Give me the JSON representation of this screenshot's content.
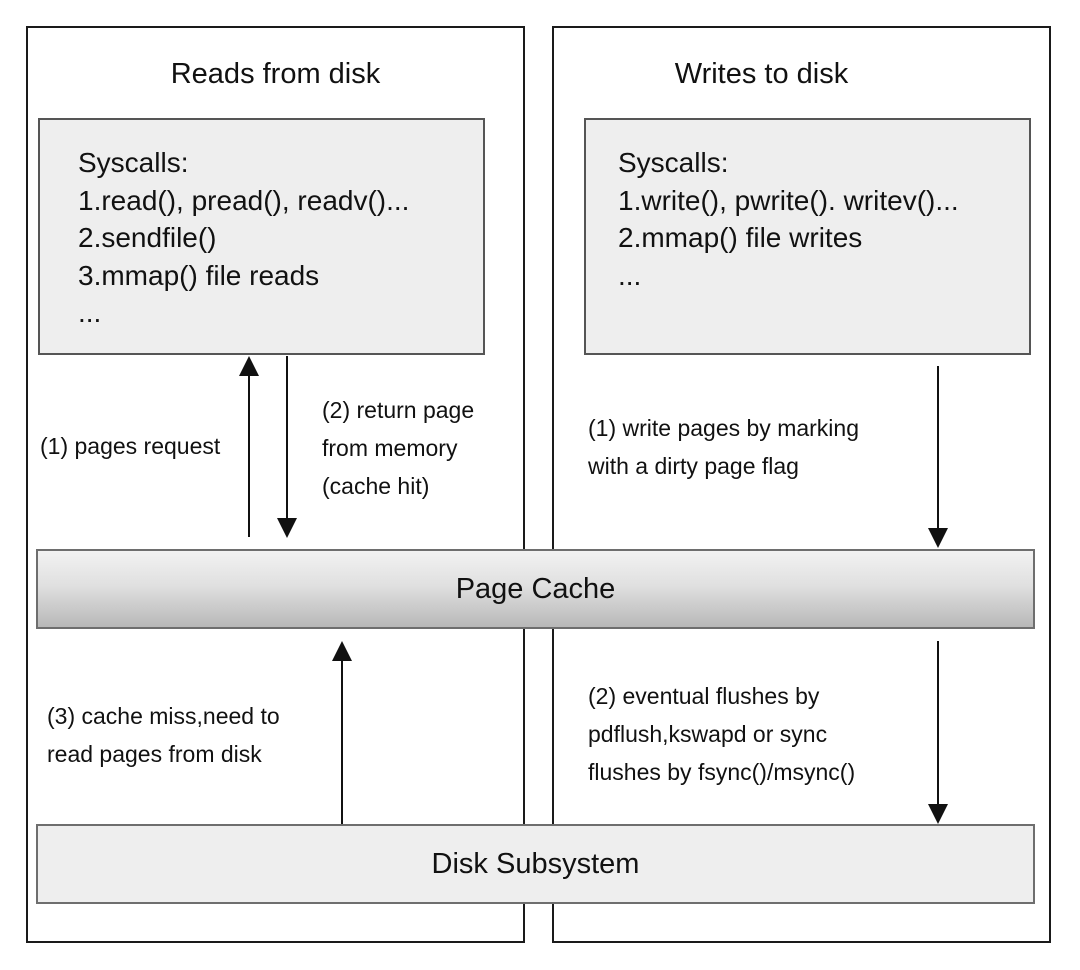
{
  "reads": {
    "title": "Reads from disk",
    "syscalls": [
      "Syscalls:",
      "1.read(), pread(), readv()...",
      "2.sendfile()",
      "3.mmap() file reads",
      "..."
    ],
    "pages_request": "(1) pages request",
    "return_page": [
      "(2) return page",
      "from memory",
      "(cache hit)"
    ],
    "cache_miss": [
      "(3) cache miss,need to",
      "read pages from disk"
    ]
  },
  "writes": {
    "title": "Writes to disk",
    "syscalls": [
      "Syscalls:",
      "1.write(), pwrite(). writev()...",
      "2.mmap() file writes",
      "..."
    ],
    "write_pages": [
      "(1) write pages by marking",
      "with a dirty page flag"
    ],
    "flushes": [
      "(2) eventual flushes by",
      "pdflush,kswapd or sync",
      "flushes by fsync()/msync()"
    ]
  },
  "page_cache": "Page Cache",
  "disk_subsystem": "Disk Subsystem"
}
